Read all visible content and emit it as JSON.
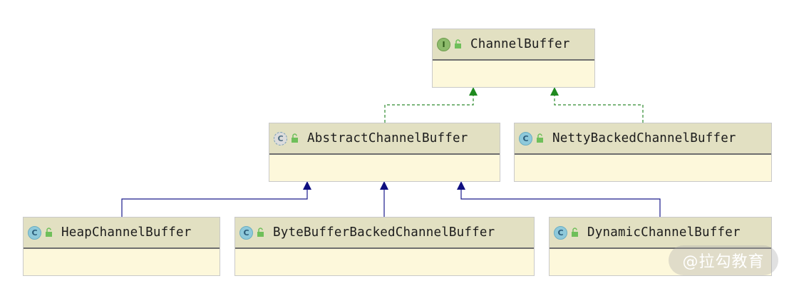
{
  "diagram": {
    "nodes": [
      {
        "id": "channel_buffer",
        "label": "ChannelBuffer",
        "kind": "interface",
        "badge": "I"
      },
      {
        "id": "abstract_channel_buffer",
        "label": "AbstractChannelBuffer",
        "kind": "abstract",
        "badge": "C"
      },
      {
        "id": "netty_backed",
        "label": "NettyBackedChannelBuffer",
        "kind": "class",
        "badge": "C"
      },
      {
        "id": "heap",
        "label": "HeapChannelBuffer",
        "kind": "class",
        "badge": "C"
      },
      {
        "id": "bytebuffer_backed",
        "label": "ByteBufferBackedChannelBuffer",
        "kind": "class",
        "badge": "C"
      },
      {
        "id": "dynamic",
        "label": "DynamicChannelBuffer",
        "kind": "class",
        "badge": "C"
      }
    ],
    "edges": [
      {
        "from": "abstract_channel_buffer",
        "to": "channel_buffer",
        "type": "implements"
      },
      {
        "from": "netty_backed",
        "to": "channel_buffer",
        "type": "implements"
      },
      {
        "from": "heap",
        "to": "abstract_channel_buffer",
        "type": "extends"
      },
      {
        "from": "bytebuffer_backed",
        "to": "abstract_channel_buffer",
        "type": "extends"
      },
      {
        "from": "dynamic",
        "to": "abstract_channel_buffer",
        "type": "extends"
      }
    ],
    "colors": {
      "implements": "#2e8b2e",
      "extends": "#1a1a8c",
      "header": "#e2e0c2",
      "body": "#fdf8db"
    }
  },
  "watermark": "@拉勾教育"
}
